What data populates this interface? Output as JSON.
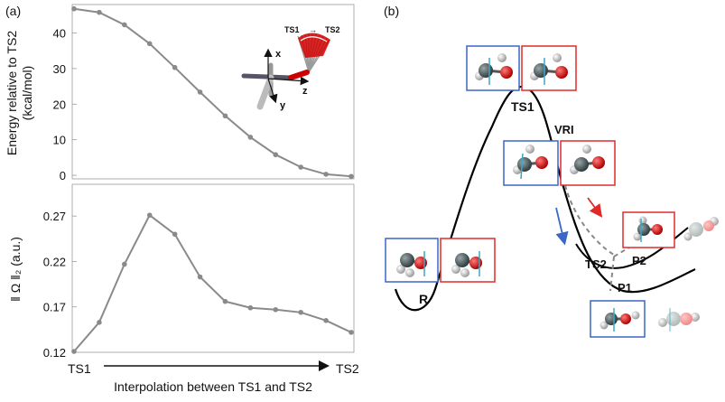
{
  "panel_a_label": "(a)",
  "panel_b_label": "(b)",
  "inset": {
    "axis_x": "x",
    "axis_y": "y",
    "axis_z": "z",
    "ts_from": "TS1",
    "ts_to": "TS2",
    "arrow": "→"
  },
  "pes": {
    "ts1": "TS1",
    "vri": "VRI",
    "ts2": "TS2",
    "p1": "P1",
    "p2": "P2",
    "r": "R",
    "colors": {
      "blue": "#3a67c4",
      "red": "#e02a2a",
      "curve": "#000000",
      "dashed": "#888888"
    }
  },
  "chart_data": [
    {
      "type": "line",
      "ylabel_line1": "Energy relative to TS2",
      "ylabel_line2": "(kcal/mol)",
      "x": [
        0,
        1,
        2,
        3,
        4,
        5,
        6,
        7,
        8,
        9,
        10,
        11
      ],
      "values": [
        46.8,
        45.8,
        42.3,
        37.0,
        30.3,
        23.4,
        16.7,
        10.7,
        5.8,
        2.3,
        0.3,
        -0.3
      ],
      "ylim": [
        -1,
        48
      ],
      "yticks": [
        "0",
        "10",
        "20",
        "30",
        "40"
      ],
      "ytick_values": [
        0,
        10,
        20,
        30,
        40
      ],
      "grid": false,
      "color": "#8a8a8a"
    },
    {
      "type": "line",
      "ylabel": "‖ Ω ‖₂ (a.u.)",
      "x": [
        0,
        1,
        2,
        3,
        4,
        5,
        6,
        7,
        8,
        9,
        10,
        11
      ],
      "values": [
        0.121,
        0.153,
        0.217,
        0.271,
        0.25,
        0.203,
        0.176,
        0.169,
        0.167,
        0.164,
        0.155,
        0.142
      ],
      "ylim": [
        0.12,
        0.3
      ],
      "yticks": [
        "0.12",
        "0.17",
        "0.22",
        "0.27"
      ],
      "ytick_values": [
        0.12,
        0.17,
        0.22,
        0.27
      ],
      "xlabel": "Interpolation between TS1 and TS2",
      "xtick_left": "TS1",
      "xtick_right": "TS2",
      "grid": false,
      "color": "#8a8a8a"
    }
  ]
}
